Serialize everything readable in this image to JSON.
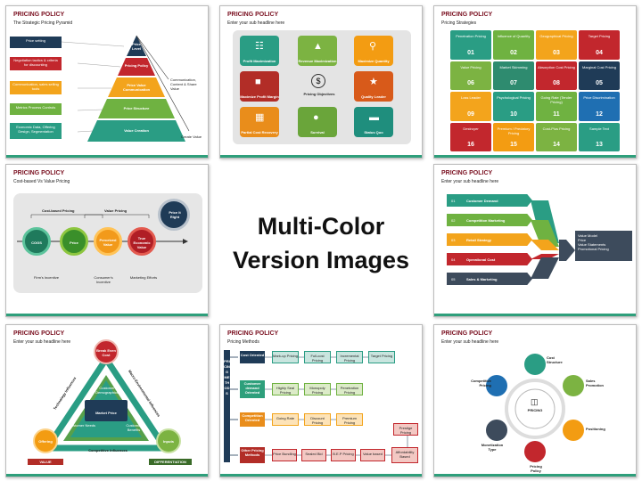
{
  "center": {
    "line1": "Multi-Color",
    "line2": "Version Images"
  },
  "s1": {
    "title": "PRICING POLICY",
    "sub": "The Strategic Pricing Pyramid",
    "levels": [
      "Price Level",
      "Pricing Policy",
      "Price Value Communication",
      "Price Structure",
      "Value Creation"
    ],
    "left": [
      "Price setting",
      "Negotiation tactics & criteria for discounting",
      "Communication, sales selling tools",
      "Metrics Process Controls",
      "Economic Data, Offering Design, Segmentation"
    ],
    "rnote1": "Communication, Content & Share Value",
    "rnote2": "Create Value"
  },
  "s2": {
    "title": "PRICING POLICY",
    "sub": "Enter your sub headline here",
    "labels": [
      "Profit Maximization",
      "Revenue Maximization",
      "Maximize Quantity",
      "Maximize Profit Margin",
      "Quality Leader",
      "Partial Cost Recovery",
      "Survival",
      "Status Quo"
    ],
    "center": "Pricing Objectives"
  },
  "s3": {
    "title": "PRICING POLICY",
    "sub": "Pricing Strategies",
    "cells": [
      [
        "Penetration Pricing",
        "01"
      ],
      [
        "Influence of Quantity",
        "02"
      ],
      [
        "Geographical Pricing",
        "03"
      ],
      [
        "Target Pricing",
        "04"
      ],
      [
        "Value Pricing",
        "06"
      ],
      [
        "Market Skimming",
        "07"
      ],
      [
        "Absorption Cost Pricing",
        "08"
      ],
      [
        "Marginal Cost Pricing",
        "05"
      ],
      [
        "Loss Leader",
        "09"
      ],
      [
        "Psychological Pricing",
        "10"
      ],
      [
        "Going Rate (Tender Pricing)",
        "11"
      ],
      [
        "Price Discrimination",
        "12"
      ],
      [
        "Destroyer",
        "16"
      ],
      [
        "Premium / Predatory Pricing",
        "15"
      ],
      [
        "Cost-Plus Pricing",
        "14"
      ],
      [
        "Sample Text",
        "13"
      ]
    ]
  },
  "s4": {
    "title": "PRICING POLICY",
    "sub": "Cost-based Vs Value Pricing",
    "hdr1": "Cost-based Pricing",
    "hdr2": "Value Pricing",
    "circles": [
      "COGS",
      "Price",
      "Perceived Value",
      "True Economic Value"
    ],
    "right": "Price It Right",
    "bottom": [
      "Firm's Incentive",
      "Consumer's Incentive",
      "Marketing Efforts"
    ]
  },
  "s5": {
    "title": "PRICING POLICY",
    "sub": "Enter your sub headline here",
    "items": [
      [
        "01",
        "Customer Demand"
      ],
      [
        "02",
        "Competition Marketing"
      ],
      [
        "03",
        "Retail Strategy"
      ],
      [
        "04",
        "Operational Cost"
      ],
      [
        "05",
        "Sales & Marketing"
      ]
    ],
    "bullets": [
      "Value Model",
      "Price",
      "Value Statements",
      "Promotional Pricing"
    ]
  },
  "s6": {
    "title": "PRICING POLICY",
    "sub": "Enter your sub headline here",
    "top": "Break Even Cost",
    "left": "Offering",
    "right": "Inputs",
    "center": "Market Price",
    "cust1": "Customer Demographics",
    "cust2": "Customer Needs",
    "cust3": "Customer Benefits",
    "side1": "Technology Influences",
    "side2": "Macro-Environmental Influences",
    "base": "Competitive Influences",
    "tagl": "VALUE",
    "tagr": "DIFFERENTIATION"
  },
  "s7": {
    "title": "PRICING POLICY",
    "sub": "Pricing Methods",
    "vert": "PRICING METHODS",
    "rows": [
      [
        "Cost Oriented",
        "Mark-up Pricing",
        "Full-cost Pricing",
        "Incremental Pricing",
        "Target Pricing"
      ],
      [
        "Customer demand Oriented",
        "Highly Seal Pricing",
        "Monopoly Pricing",
        "Penetration Pricing"
      ],
      [
        "Competition Oriented",
        "Going Rate",
        "Discount Pricing",
        "Premium Pricing"
      ],
      [
        "Other Pricing Methods",
        "Price Bundling",
        "Sealed Bid",
        "B.E.P Pricing",
        "Value based",
        "Affordability Based"
      ]
    ],
    "extra": "Prestige Pricing"
  },
  "s8": {
    "title": "PRICING POLICY",
    "sub": "Enter your sub headline here",
    "center": "PRICING",
    "items": [
      "Cost Structure",
      "Sales Promotion",
      "Positioning",
      "Pricing Policy",
      "Monetization Type",
      "Competitive Pricing"
    ]
  }
}
